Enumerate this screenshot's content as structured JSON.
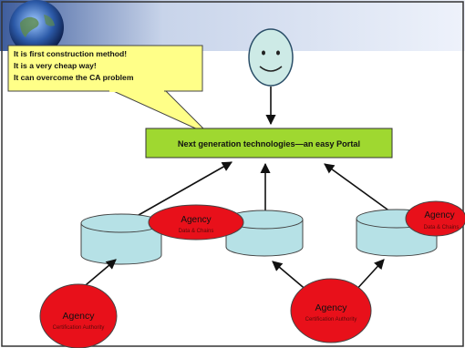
{
  "callout": {
    "lines": [
      "It is first construction method!",
      "It is a very cheap way!",
      "It can overcome the CA problem"
    ]
  },
  "portal": {
    "label": "Next generation technologies—an easy Portal"
  },
  "smiley": {
    "name": "user-face"
  },
  "top_agencies": [
    {
      "title": "Agency",
      "subtitle": "Data & Chains"
    },
    {
      "title": "Agency",
      "subtitle": "Data & Chains"
    }
  ],
  "bottom_agencies": [
    {
      "title": "Agency",
      "subtitle": "Certification Authority"
    },
    {
      "title": "Agency",
      "subtitle": "Certification Authority"
    }
  ],
  "colors": {
    "callout_fill": "#ffff88",
    "portal_fill": "#9fd830",
    "agency_fill": "#e8101a",
    "db_fill": "#b6e1e6",
    "smiley_fill": "#cdeae6"
  }
}
